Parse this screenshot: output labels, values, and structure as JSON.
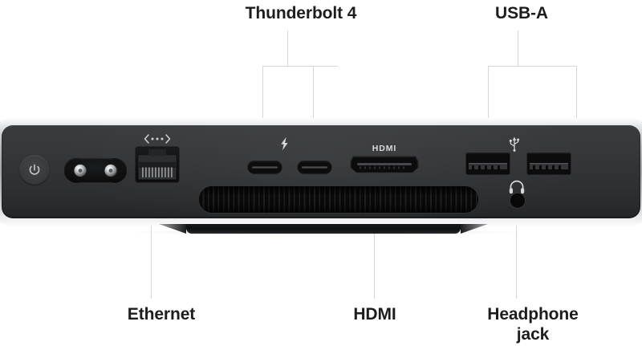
{
  "page": {
    "subject": "Mac mini rear ports diagram",
    "background": "#ffffff",
    "text_color": "#1d1d1f",
    "leader_line_color": "#d6d6d6"
  },
  "callouts": [
    {
      "id": "thunderbolt",
      "label": "Thunderbolt 4",
      "position": "top",
      "points_to": [
        "thunderbolt-port-1",
        "thunderbolt-port-2"
      ]
    },
    {
      "id": "usba",
      "label": "USB-A",
      "position": "top",
      "points_to": [
        "usb-a-port-1",
        "usb-a-port-2"
      ]
    },
    {
      "id": "ethernet",
      "label": "Ethernet",
      "position": "bottom",
      "points_to": [
        "ethernet-port"
      ]
    },
    {
      "id": "hdmi",
      "label": "HDMI",
      "position": "bottom",
      "points_to": [
        "hdmi-port"
      ]
    },
    {
      "id": "headphone",
      "label": "Headphone\njack",
      "position": "bottom",
      "points_to": [
        "headphone-jack"
      ]
    }
  ],
  "device": {
    "chassis_color": "#a7a9ad",
    "face_color": "#313234",
    "ports": [
      {
        "name": "power-button",
        "marking": "",
        "icon": "power-icon"
      },
      {
        "name": "power-socket",
        "marking": "",
        "icon": "power-socket-icon"
      },
      {
        "name": "ethernet-port",
        "marking": "",
        "icon": "network-icon"
      },
      {
        "name": "thunderbolt-port-1",
        "marking": "",
        "icon": "thunderbolt-bolt-icon"
      },
      {
        "name": "thunderbolt-port-2",
        "marking": "",
        "icon": "thunderbolt-bolt-icon"
      },
      {
        "name": "hdmi-port",
        "marking": "HDMI",
        "icon": "hdmi-icon"
      },
      {
        "name": "usb-a-port-1",
        "marking": "",
        "icon": "usb-trident-icon"
      },
      {
        "name": "usb-a-port-2",
        "marking": "",
        "icon": "usb-trident-icon"
      },
      {
        "name": "headphone-jack",
        "marking": "",
        "icon": "headphone-icon"
      },
      {
        "name": "vent-grille",
        "marking": "",
        "icon": ""
      }
    ],
    "port_markings": {
      "hdmi": "HDMI"
    }
  }
}
